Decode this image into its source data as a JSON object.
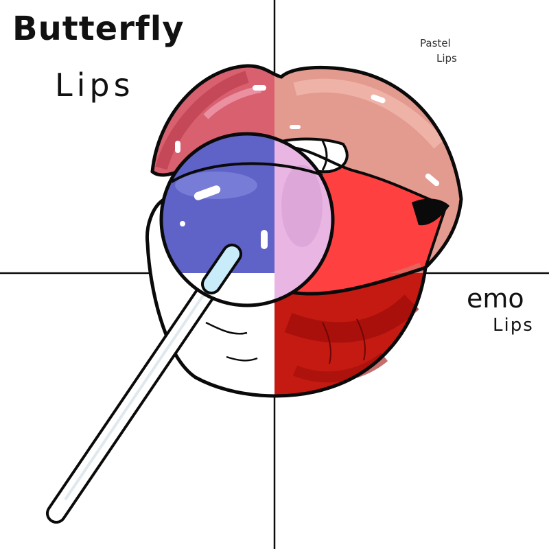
{
  "labels": {
    "top_left_title": "Butterfly",
    "top_left_sub": "Lips",
    "top_right_title": "Pastel",
    "top_right_sub": "Lips",
    "bottom_right_title": "emo",
    "bottom_right_sub": "Lips"
  },
  "colors": {
    "butterfly_lip": "#d9616f",
    "butterfly_lip_dark": "#b33446",
    "pastel_lip": "#e39a8f",
    "pastel_lip_light": "#f1b8ad",
    "pastel_tongue": "#ff4040",
    "emo_lip": "#c41a12",
    "emo_lip_dark": "#9e0d08",
    "lollipop_blue": "#5f63c8",
    "lollipop_pink": "#e9b6e3",
    "stick_blue": "#c9ecfb",
    "outline": "#0a0a0a",
    "teeth": "#ffffff"
  }
}
